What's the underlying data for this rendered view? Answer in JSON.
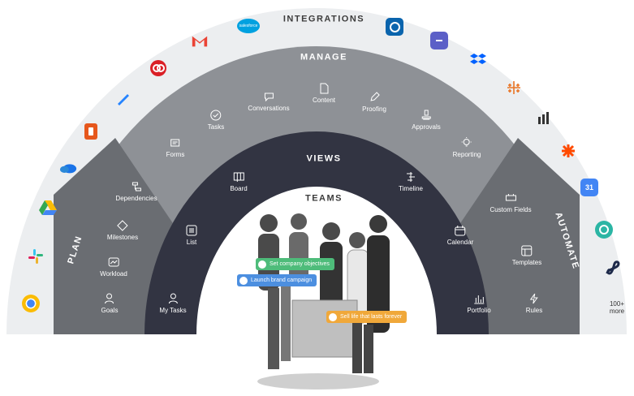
{
  "rings": {
    "integrations": "INTEGRATIONS",
    "manage": "MANAGE",
    "plan": "PLAN",
    "views": "VIEWS",
    "automate": "AUTOMATE",
    "teams": "TEAMS"
  },
  "manage_items": {
    "conversations": "Conversations",
    "content": "Content",
    "proofing": "Proofing",
    "tasks": "Tasks",
    "approvals": "Approvals",
    "forms": "Forms",
    "reporting": "Reporting"
  },
  "plan_items": {
    "dependencies": "Dependencies",
    "milestones": "Milestones",
    "workload": "Workload",
    "goals": "Goals"
  },
  "views_items": {
    "board": "Board",
    "timeline": "Timeline",
    "list": "List",
    "calendar": "Calendar",
    "my_tasks": "My Tasks",
    "portfolio": "Portfolio"
  },
  "automate_items": {
    "custom_fields": "Custom Fields",
    "templates": "Templates",
    "rules": "Rules"
  },
  "integrations": {
    "salesforce": "salesforce",
    "calendar_number": "31",
    "more": "100+ more"
  },
  "teams_tags": [
    {
      "text": "Set company objectives",
      "color": "#4ebc7a"
    },
    {
      "text": "Launch brand campaign",
      "color": "#4c8fe0"
    },
    {
      "text": "Sell life that lasts forever",
      "color": "#f0a83a"
    }
  ],
  "colors": {
    "integrations_ring": "#eceef0",
    "manage_ring": "#8e9196",
    "plan_automate_ring": "#6a6d72",
    "views_ring": "#323442",
    "teams_center": "#ffffff"
  }
}
